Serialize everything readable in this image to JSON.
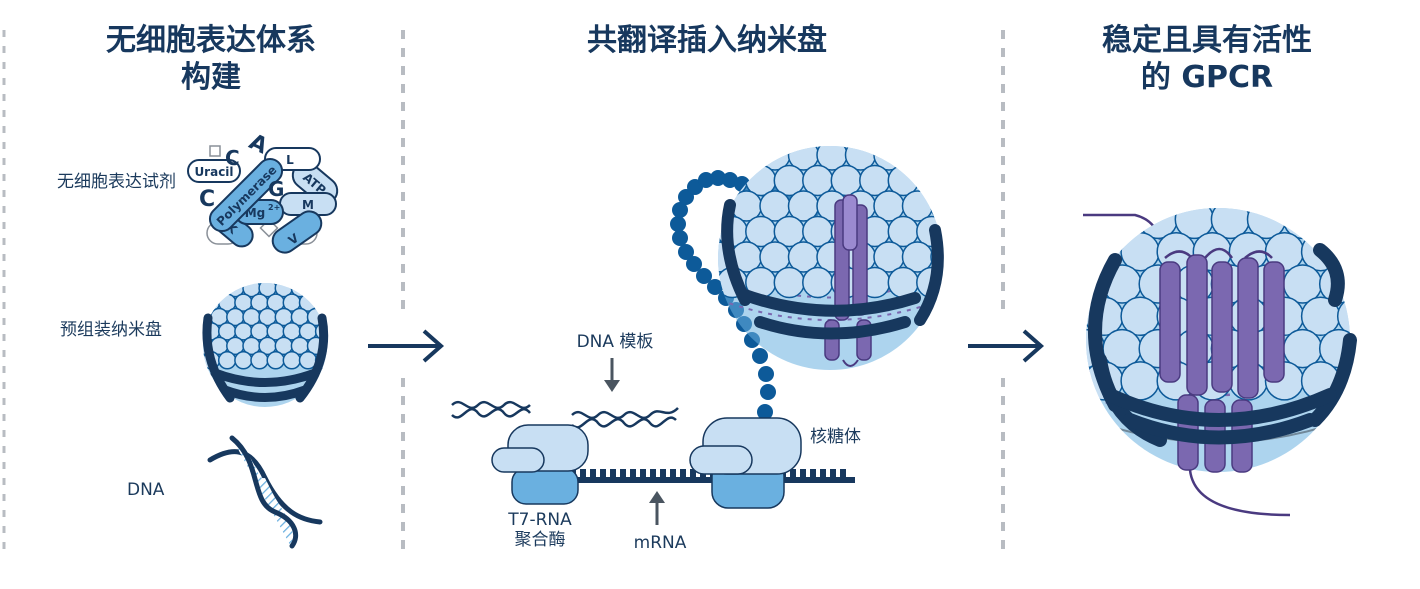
{
  "panels": [
    {
      "title_lines": [
        "无细胞表达体系",
        "构建"
      ]
    },
    {
      "title_lines": [
        "共翻译插入纳米盘"
      ]
    },
    {
      "title_lines": [
        "稳定且具有活性",
        "的 GPCR"
      ]
    }
  ],
  "labels": {
    "reagents": "无细胞表达试剂",
    "nanodisc": "预组装纳米盘",
    "dna": "DNA",
    "dna_template": "DNA 模板",
    "ribosome": "核糖体",
    "polymerase_line1": "T7-RNA",
    "polymerase_line2": "聚合酶",
    "mrna": "mRNA"
  },
  "reagent_tags": {
    "uracil": "Uracil",
    "polymerase": "Polymerase",
    "mg": "Mg",
    "mg_sup": "2+",
    "atp": "ATP",
    "m": "M",
    "k": "K",
    "v": "V",
    "l": "L",
    "c": "C",
    "a": "A",
    "g": "G"
  },
  "colors": {
    "navy": "#17385e",
    "light_blue": "#c8dff3",
    "mid_blue": "#6ab0e0",
    "dark_blue": "#0d5a99",
    "purple": "#7b68b0",
    "gray": "#b8bcc2"
  }
}
